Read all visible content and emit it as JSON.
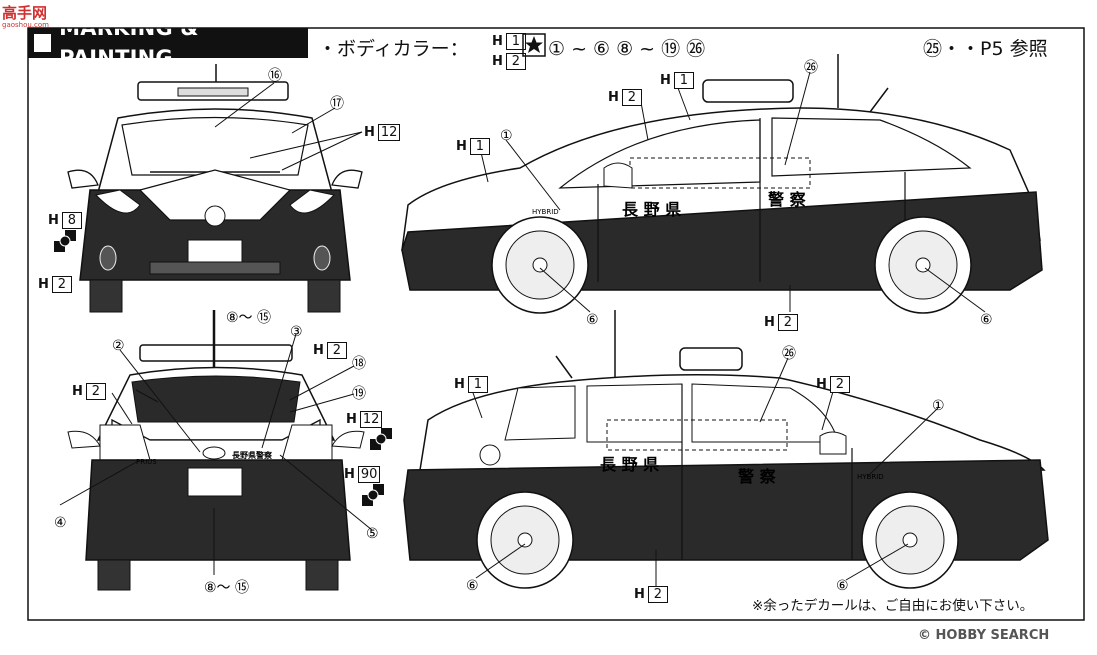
{
  "watermark": {
    "top_brand": "高手网",
    "top_url": "gaoshou.com",
    "bottom_logo": "© HOBBY SEARCH"
  },
  "header": {
    "title": "MARKING & PAINTING",
    "body_color_label": "・ボディカラー：",
    "body_color_codes": [
      "1",
      "2"
    ],
    "parts_list": "① ~ ⑥ ⑧ ~ ⑲ ㉖",
    "p5_ref": "㉕・・P5 参照"
  },
  "footnote": "※余ったデカールは、ご自由にお使い下さい。",
  "door_text": {
    "left": "長 野 県",
    "right": "警 察",
    "rear_small": "長野県警察"
  },
  "car_badges": {
    "hybrid": "HYBRID",
    "prius": "PRIUS"
  },
  "callouts": {
    "c1": "①",
    "c2": "②",
    "c3": "③",
    "c4": "④",
    "c5": "⑤",
    "c6": "⑥",
    "c8_15": "⑧〜 ⑮",
    "c16": "⑯",
    "c17": "⑰",
    "c18": "⑱",
    "c19": "⑲",
    "c26": "㉖"
  },
  "color_codes": {
    "h": "H",
    "c1": "1",
    "c2": "2",
    "c8": "8",
    "c12": "12",
    "c90": "90"
  },
  "colors": {
    "dark_body": "#2a2a2a",
    "light_body": "#ffffff",
    "title_bg": "#111111"
  }
}
